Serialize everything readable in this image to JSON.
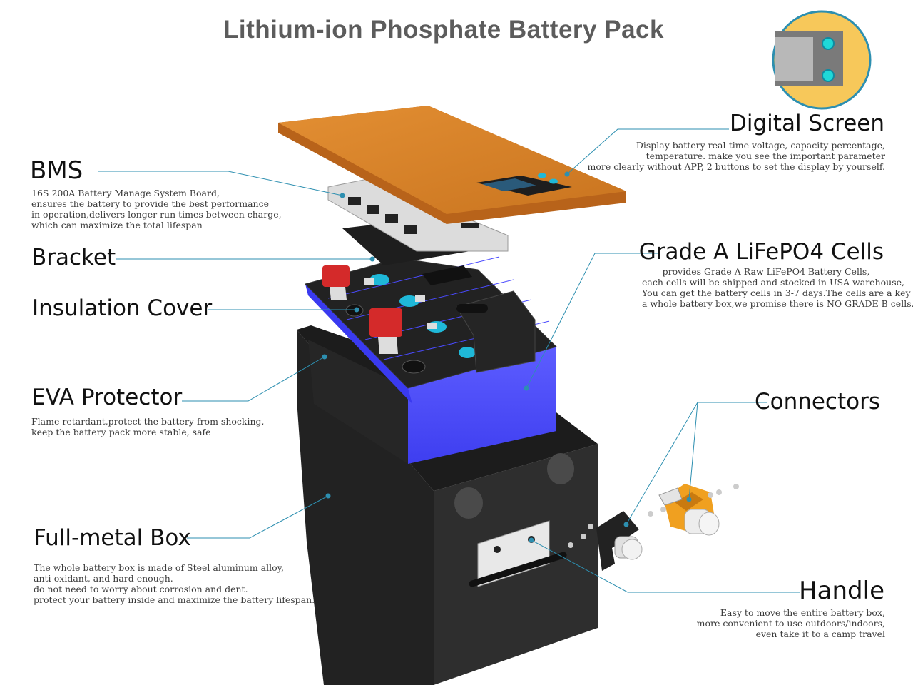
{
  "title": "Lithium-ion Phosphate Battery Pack",
  "labels": {
    "bms": {
      "heading": "BMS",
      "lines": [
        "16S 200A Battery Manage System Board,",
        "ensures the battery to provide the best performance",
        "in operation,delivers longer run times between charge,",
        "which can maximize the total lifespan"
      ]
    },
    "bracket": {
      "heading": "Bracket"
    },
    "insulation": {
      "heading": "Insulation Cover"
    },
    "eva": {
      "heading": "EVA Protector",
      "lines": [
        "Flame retardant,protect the battery from shocking,",
        "keep the battery pack more stable, safe"
      ]
    },
    "box": {
      "heading": "Full-metal Box",
      "lines": [
        "The whole battery box is made of Steel aluminum alloy,",
        "anti-oxidant, and hard enough.",
        "do not need to worry about corrosion and dent.",
        "protect your battery inside and maximize the battery lifespan."
      ]
    },
    "screen": {
      "heading": "Digital Screen",
      "lines": [
        "Display battery real-time voltage, capacity percentage,",
        "temperature. make you see the important parameter",
        "more clearly without APP, 2 buttons to set the display by yourself."
      ]
    },
    "cells": {
      "heading": "Grade A LiFePO4 Cells",
      "lines": [
        "provides Grade A Raw LiFePO4 Battery Cells,",
        "each cells will be shipped and stocked in USA warehouse,",
        "You can get the battery cells in 3-7 days.The cells are a key to",
        "a whole battery box,we promise there is NO GRADE B cells."
      ]
    },
    "connectors": {
      "heading": "Connectors"
    },
    "handle": {
      "heading": "Handle",
      "lines": [
        "Easy to move the entire battery box,",
        "more convenient to use outdoors/indoors,",
        "even take it to a camp travel"
      ]
    }
  },
  "colors": {
    "leader_line": "#2d8fb0",
    "lid_orange": "#d9832a",
    "cell_blue": "#4d4dff",
    "box_black": "#262626",
    "terminal_red": "#d42a2a",
    "cyan_accent": "#1fb8d8",
    "connector_orange": "#f0a020",
    "inset_yellow": "#f7c85a"
  }
}
